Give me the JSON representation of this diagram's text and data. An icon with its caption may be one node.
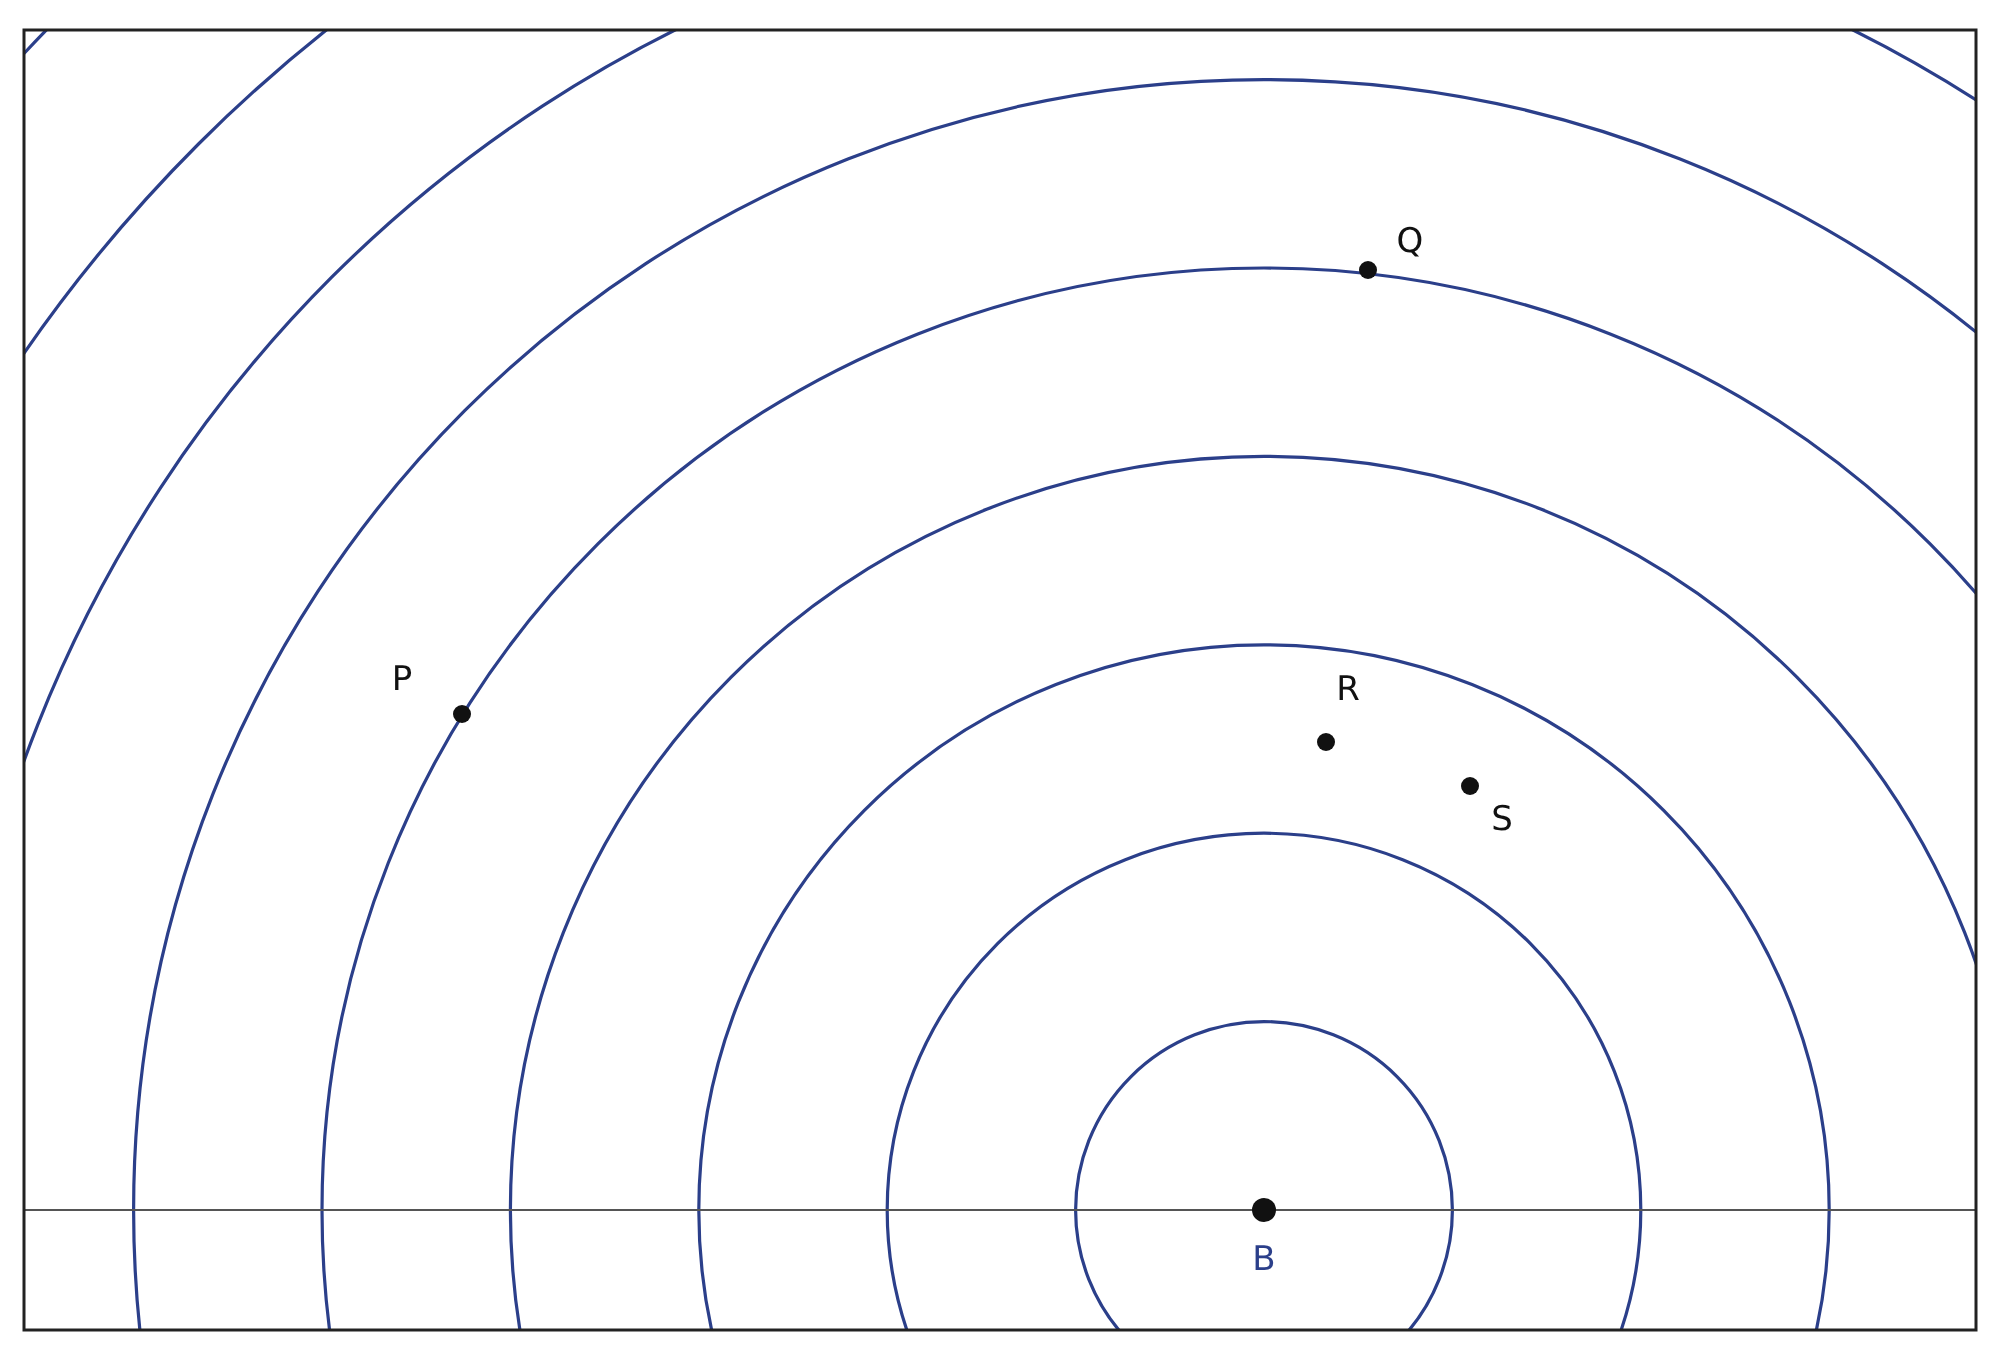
{
  "diagram": {
    "labels": [
      "Q",
      "P",
      "R",
      "S",
      "B"
    ]
  }
}
